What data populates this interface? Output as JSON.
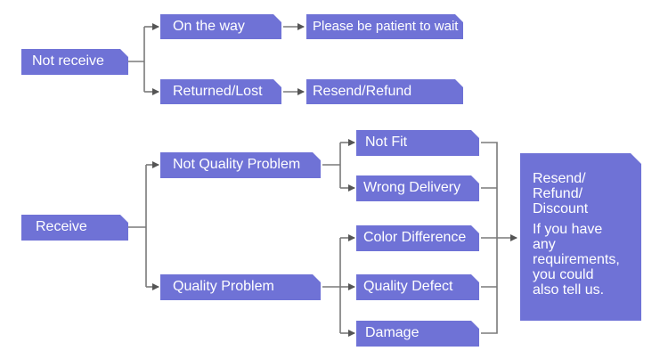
{
  "diagram": {
    "not_receive": "Not receive",
    "on_the_way": "On the way",
    "please_wait": "Please be patient to wait",
    "returned_lost": "Returned/Lost",
    "resend_refund": "Resend/Refund",
    "receive": "Receive",
    "not_quality_problem": "Not Quality Problem",
    "quality_problem": "Quality Problem",
    "not_fit": "Not Fit",
    "wrong_delivery": "Wrong Delivery",
    "color_difference": "Color Difference",
    "quality_defect": "Quality Defect",
    "damage": "Damage",
    "result": {
      "line1": "Resend/",
      "line2": "Refund/",
      "line3": "Discount",
      "line4": "If you have",
      "line5": "any",
      "line6": "requirements,",
      "line7": "you could",
      "line8": "also tell us."
    }
  },
  "colors": {
    "node_fill": "#6f72d6",
    "node_text": "#ffffff",
    "connector": "#7a7a7a"
  }
}
